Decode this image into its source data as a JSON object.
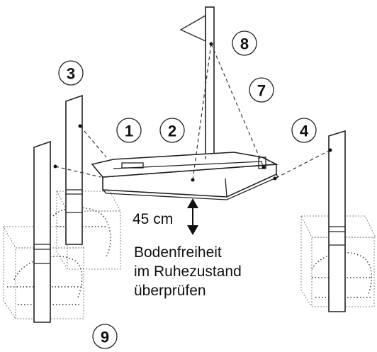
{
  "labels": {
    "n1": "1",
    "n2": "2",
    "n3": "3",
    "n4": "4",
    "n7": "7",
    "n8": "8",
    "n9": "9"
  },
  "measure": "45 cm",
  "note": {
    "line1": "Bodenfreiheit",
    "line2": "im Ruhezustand",
    "line3": "überprüfen"
  }
}
